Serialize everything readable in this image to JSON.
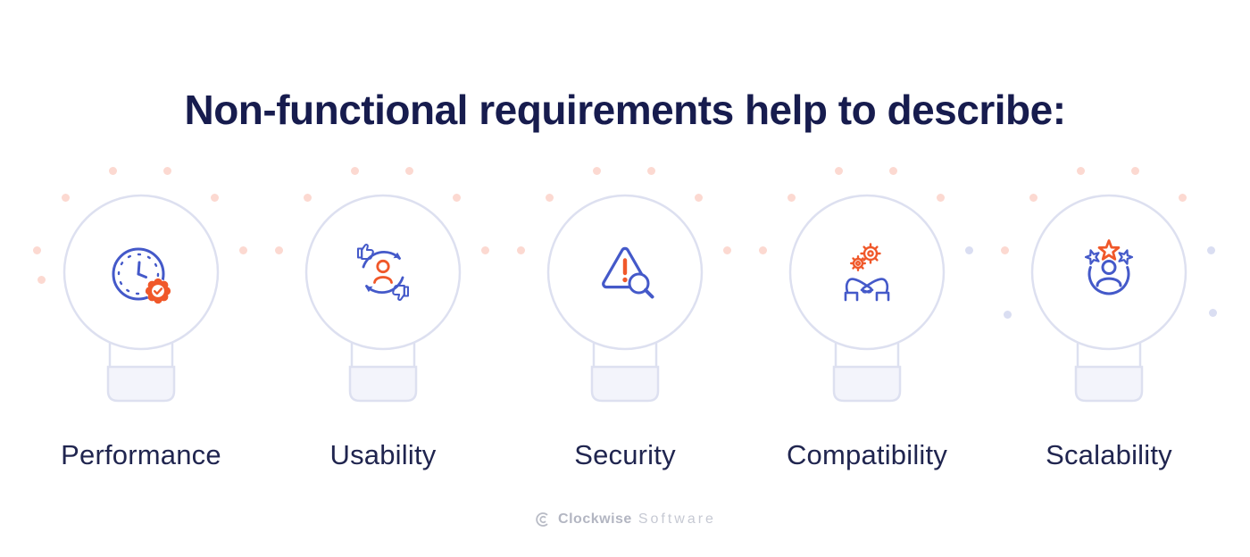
{
  "title": "Non-functional requirements help to describe:",
  "items": [
    {
      "label": "Performance",
      "icon": "stopwatch-badge-icon"
    },
    {
      "label": "Usability",
      "icon": "sync-feedback-icon"
    },
    {
      "label": "Security",
      "icon": "warning-magnifier-icon"
    },
    {
      "label": "Compatibility",
      "icon": "hands-gears-icon"
    },
    {
      "label": "Scalability",
      "icon": "user-stars-icon"
    }
  ],
  "footer": {
    "brand_bold": "Clockwise",
    "brand_light": "Software"
  },
  "colors": {
    "title_text": "#171c4e",
    "label_text": "#20254f",
    "bulb_outline": "#dde0f0",
    "bulb_base_fill": "#f3f4fb",
    "dot_pink": "#fcd9d1",
    "dot_lavender": "#dadef2",
    "icon_blue": "#4459c9",
    "icon_orange": "#f0582a",
    "logo_gray": "#b9bcc6"
  }
}
